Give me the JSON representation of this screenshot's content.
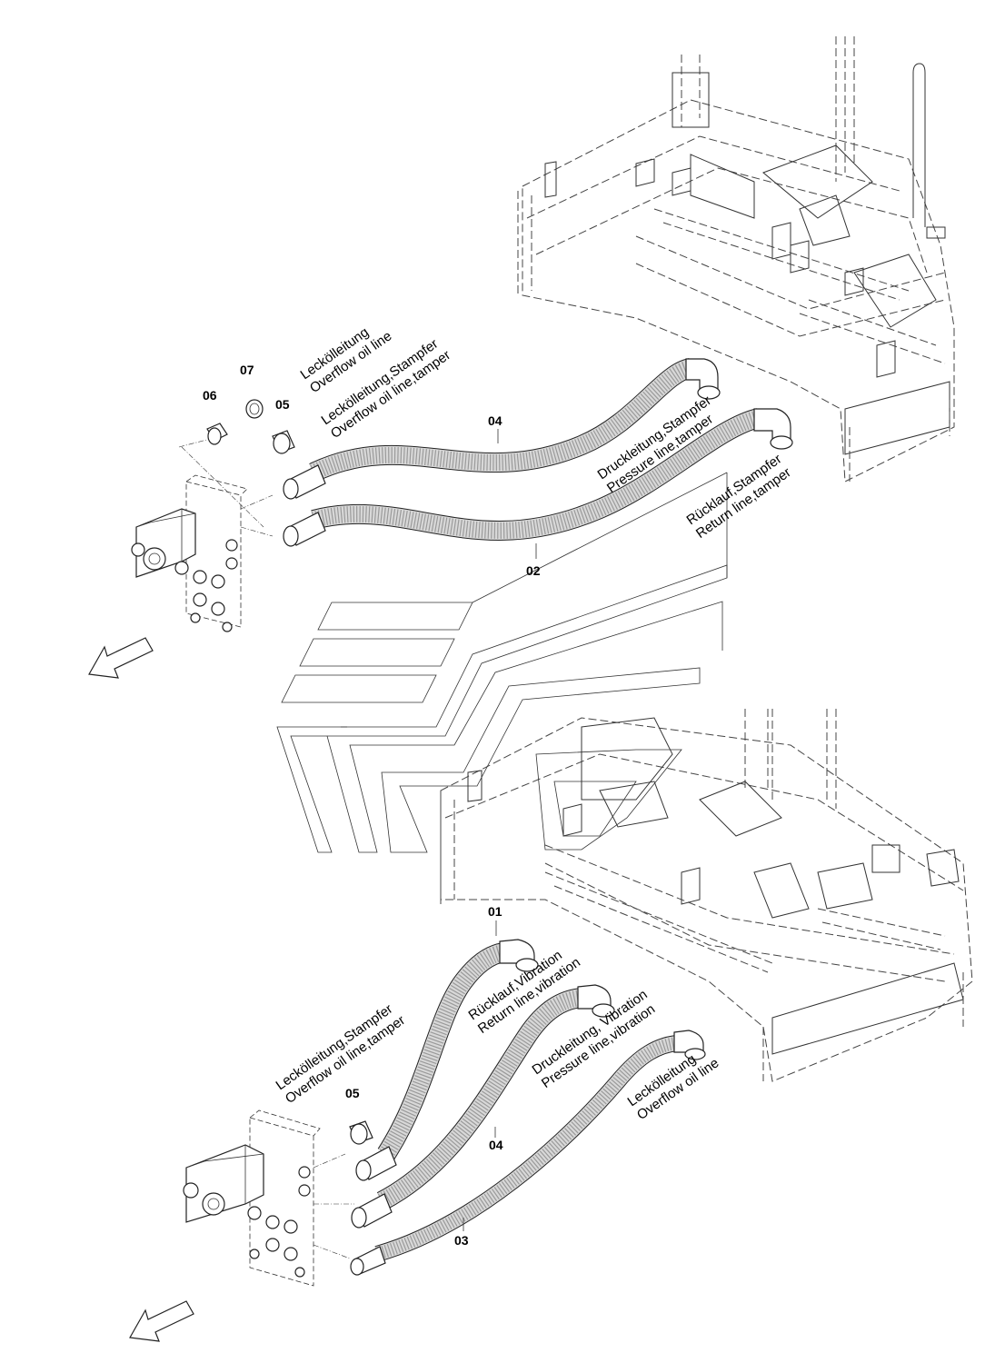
{
  "callouts": {
    "n06_top": "06",
    "n07_top": "07",
    "n05_top": "05",
    "n04_top": "04",
    "n02": "02",
    "n01": "01",
    "n05_bottom": "05",
    "n04_bottom": "04",
    "n03": "03"
  },
  "labels": {
    "top_overflow_de": "Leckölleitung",
    "top_overflow_en": "Overflow oil line",
    "top_overflow_tamper_de": "Leckölleitung,Stampfer",
    "top_overflow_tamper_en": "Overflow oil line,tamper",
    "top_pressure_tamper_de": "Druckleitung,Stampfer",
    "top_pressure_tamper_en": "Pressure line,tamper",
    "top_return_tamper_de": "Rücklauf,Stampfer",
    "top_return_tamper_en": "Return line,tamper",
    "bot_overflow_tamper_de": "Leckölleitung,Stampfer",
    "bot_overflow_tamper_en": "Overflow oil line,tamper",
    "bot_return_vib_de": "Rücklauf,Vibration",
    "bot_return_vib_en": "Return line,vibration",
    "bot_pressure_vib_de": "Druckleitung, Vibration",
    "bot_pressure_vib_en": "Pressure line,vibration",
    "bot_overflow_de": "Leckölleitung",
    "bot_overflow_en": "Overflow oil line"
  },
  "icons": {
    "direction_arrow": "arrow-down-left-icon",
    "brand_logo": "stylized-logo"
  }
}
